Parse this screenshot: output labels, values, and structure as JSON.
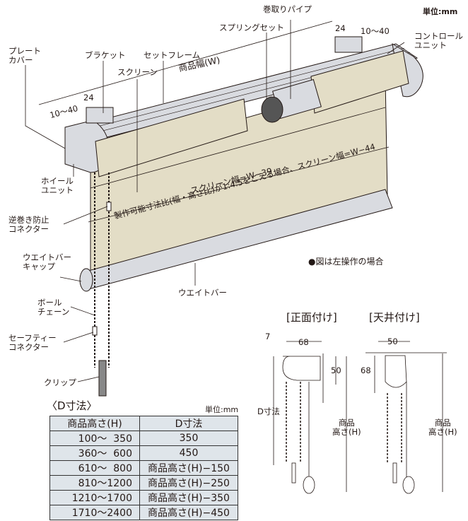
{
  "unit_top": "単位:mm",
  "note": "●図は左操作の場合",
  "colors": {
    "screen": "#e3ddc6",
    "metal": "#d9dbe0",
    "table_bg": "#dfe5ea",
    "line": "#231815"
  },
  "labels": {
    "plate_cover": [
      "プレート",
      "カバー"
    ],
    "bracket": "ブラケット",
    "set_frame": "セットフレーム",
    "screen": "スクリーン",
    "spring_set": "スプリングセット",
    "winding_pipe": "巻取りパイプ",
    "control_unit": [
      "コントロール",
      "ユニット"
    ],
    "product_width": "商品幅(W)",
    "wheel_unit": [
      "ホイール",
      "ユニット"
    ],
    "reverse_stop": [
      "逆巻き防止",
      "コネクター"
    ],
    "weight_cap": [
      "ウエイトバー",
      "キャップ"
    ],
    "ball_chain": [
      "ボール",
      "チェーン"
    ],
    "safety_connector": [
      "セーフティー",
      "コネクター"
    ],
    "clip": "クリップ",
    "weight_bar": "ウエイトバー",
    "screen_width": "スクリーン幅=W−39",
    "screen_width_note": "製作可能寸法比(幅・高さ比)が1:4.5をこえる場合、スクリーン幅=W−44"
  },
  "dims": {
    "left_24": "24",
    "left_10_40": "10〜40",
    "right_24": "24",
    "right_10_40": "10〜40"
  },
  "front_mount": {
    "title": "[正面付け]",
    "dim_7": "7",
    "dim_68": "68",
    "dim_50": "50",
    "d_label": "D寸法",
    "h_label": [
      "商品",
      "高さ(H)"
    ]
  },
  "ceiling_mount": {
    "title": "[天井付け]",
    "dim_50": "50",
    "dim_68": "68",
    "h_label": [
      "商品",
      "高さ(H)"
    ]
  },
  "d_table": {
    "title": "〈D寸法〉",
    "unit": "単位:mm",
    "headers": [
      "商品高さ(H)",
      "D寸法"
    ],
    "rows": [
      [
        "100〜  350",
        "350"
      ],
      [
        "360〜  600",
        "450"
      ],
      [
        "610〜  800",
        "商品高さ(H)−150"
      ],
      [
        "810〜1200",
        "商品高さ(H)−250"
      ],
      [
        "1210〜1700",
        "商品高さ(H)−350"
      ],
      [
        "1710〜2400",
        "商品高さ(H)−450"
      ]
    ]
  }
}
